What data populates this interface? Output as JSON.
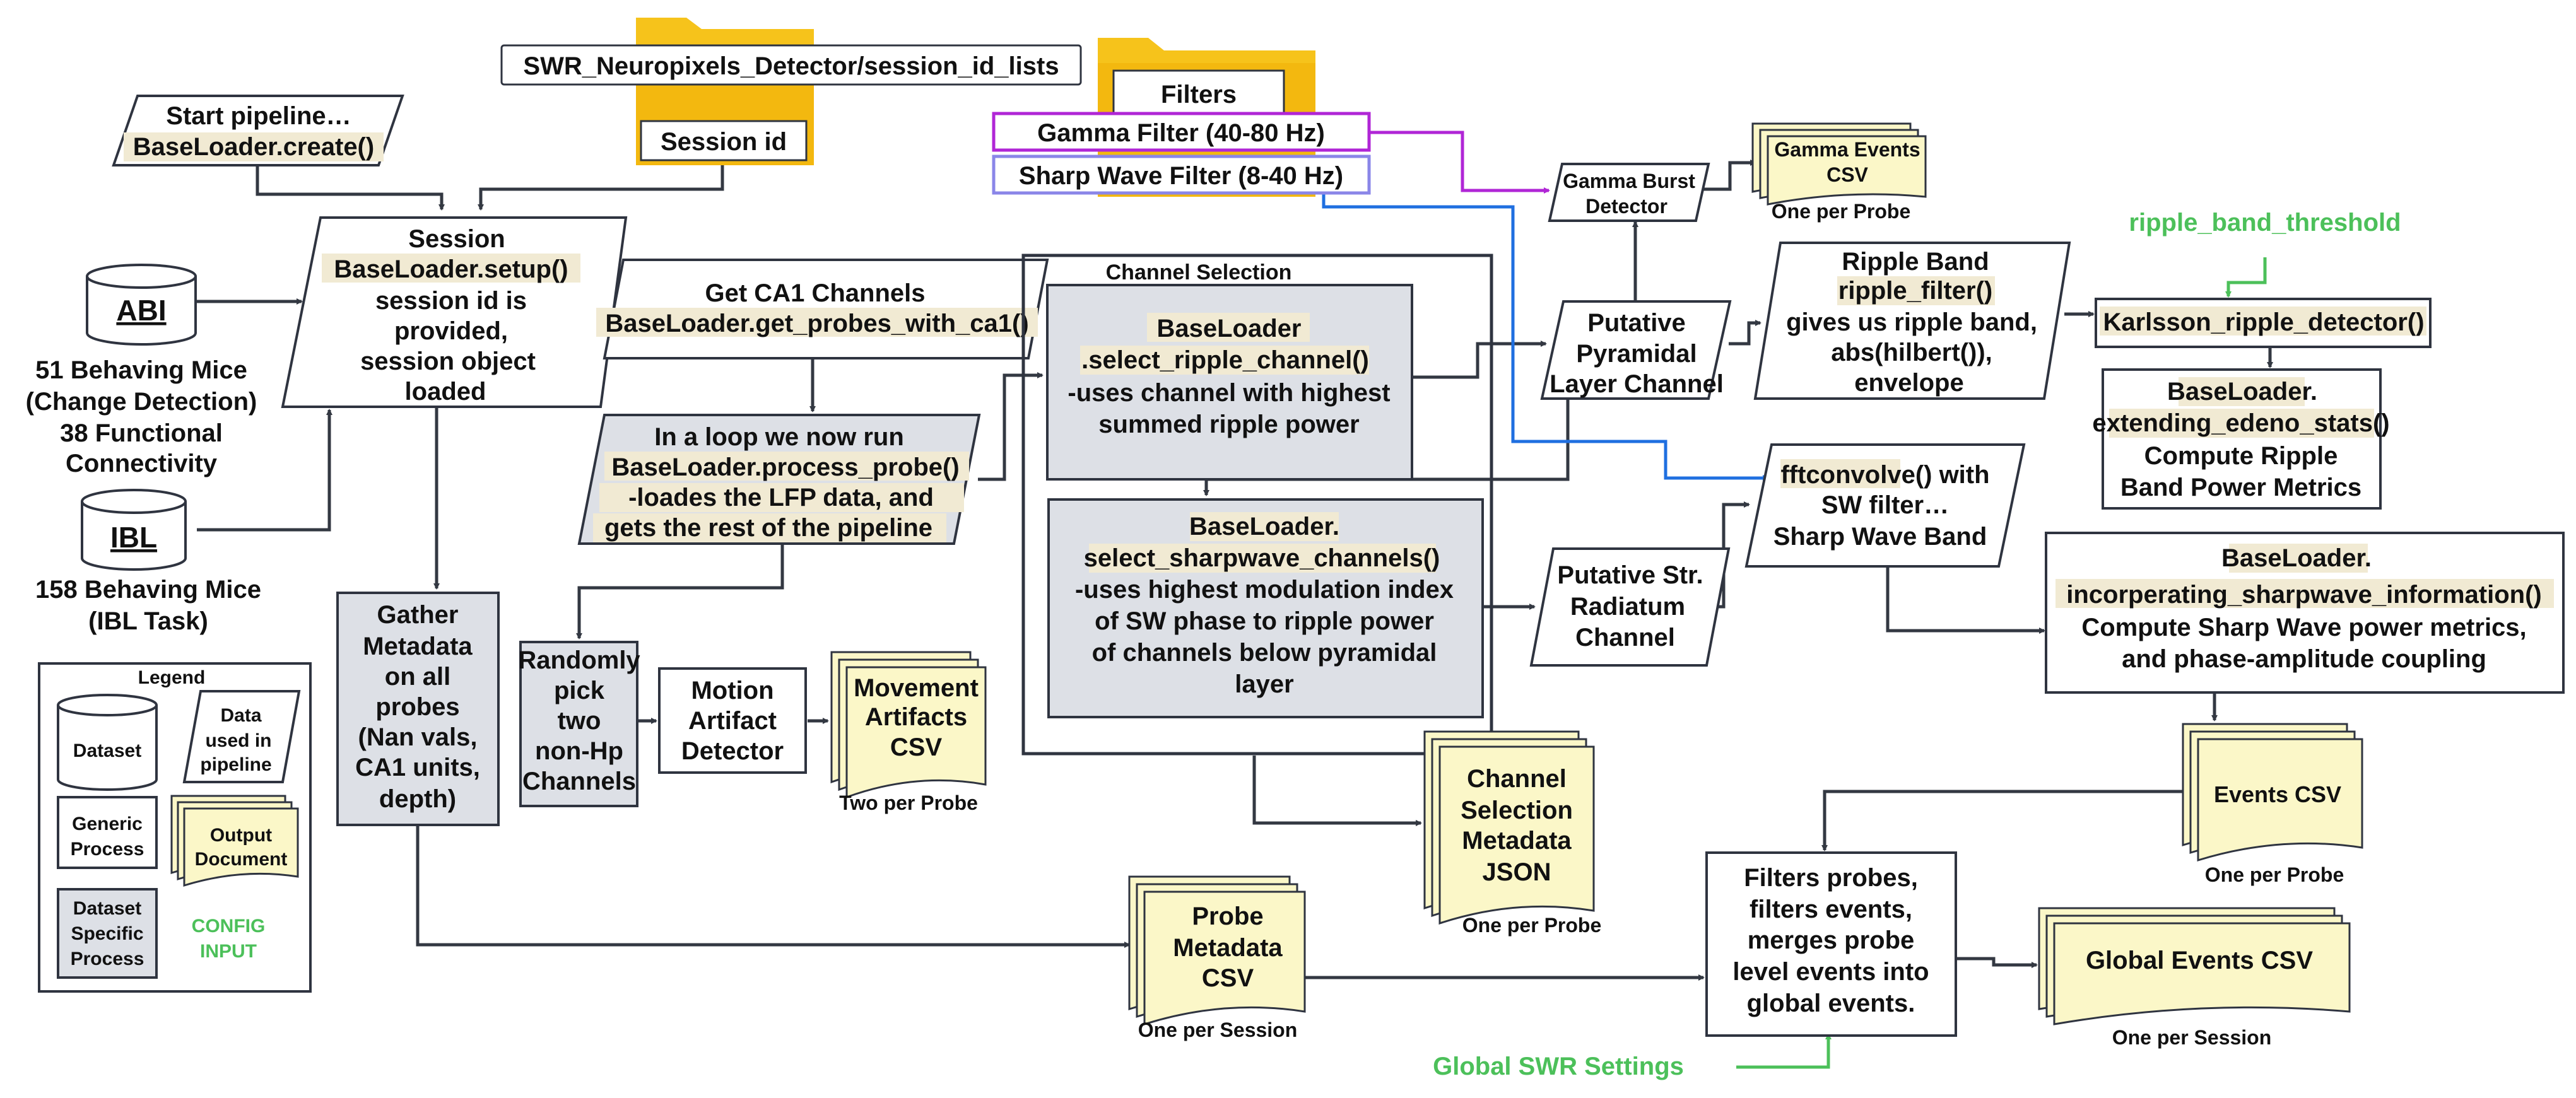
{
  "colors": {
    "gamma_filter": "#b026d6",
    "sharp_wave_filter": "#8a86e8",
    "blue_path": "#1f6fe0",
    "config": "#4cc05a",
    "dataset_specific_fill": "#dde0e6",
    "document_fill": "#fbf7c8",
    "folder": "#f6c31b",
    "code_highlight": "#f1ead3"
  },
  "folders": {
    "session_id_lists_path": "SWR_Neuropixels_Detector/session_id_lists",
    "session_id": "Session id",
    "filters": "Filters",
    "gamma_filter": "Gamma Filter (40-80 Hz)",
    "sharp_wave_filter": "Sharp Wave Filter (8-40 Hz)"
  },
  "nodes": {
    "start": {
      "line1": "Start pipeline…",
      "line2": "BaseLoader.create()"
    },
    "session": {
      "line1": "Session",
      "line2": "BaseLoader.setup()",
      "line3": "session id is",
      "line4": "provided,",
      "line5": "session object",
      "line6": "loaded"
    },
    "abi": {
      "label": "ABI",
      "desc1": "51  Behaving Mice",
      "desc2": "(Change Detection)",
      "desc3": "38 Functional",
      "desc4": "Connectivity"
    },
    "ibl": {
      "label": "IBL",
      "desc1": "158  Behaving Mice",
      "desc2": "(IBL Task)"
    },
    "get_ca1": {
      "line1": "Get CA1 Channels",
      "line2": "BaseLoader.get_probes_with_ca1()"
    },
    "loop": {
      "line1": "In a loop we now run",
      "line2": "BaseLoader.process_probe()",
      "line3": "-loades the LFP data, and",
      "line4": "gets the rest of the pipeline"
    },
    "gather": {
      "line1": "Gather",
      "line2": "Metadata",
      "line3": "on all",
      "line4": "probes",
      "line5": "(Nan vals,",
      "line6": "CA1 units,",
      "line7": "depth)"
    },
    "random": {
      "line1": "Randomly",
      "line2": "pick",
      "line3": "two",
      "line4": "non-Hp",
      "line5": "Channels"
    },
    "motion": {
      "line1": "Motion",
      "line2": "Artifact",
      "line3": "Detector"
    },
    "movement_csv": {
      "line1": "Movement",
      "line2": "Artifacts",
      "line3": "CSV",
      "caption": "Two per Probe"
    },
    "channel_selection": {
      "title": "Channel Selection"
    },
    "ripple_channel": {
      "line1": "BaseLoader",
      "line2": ".select_ripple_channel()",
      "line3": "-uses channel with highest",
      "line4": "summed ripple power"
    },
    "sharpwave_channels": {
      "line1": "BaseLoader.",
      "line2": "select_sharpwave_channels()",
      "line3": "-uses highest modulation index",
      "line4": "of SW phase to ripple power",
      "line5": "of channels below pyramidal",
      "line6": "layer"
    },
    "gamma_detector": {
      "line1": "Gamma Burst",
      "line2": "Detector"
    },
    "gamma_csv": {
      "line1": "Gamma Events",
      "line2": "CSV",
      "caption": "One per Probe"
    },
    "pyramidal": {
      "line1": "Putative",
      "line2": "Pyramidal",
      "line3": "Layer Channel"
    },
    "ripple_band": {
      "line1": "Ripple Band",
      "line2": "ripple_filter()",
      "line3": "gives us ripple band,",
      "line4": "abs(hilbert()),",
      "line5": "envelope"
    },
    "ripple_threshold": "ripple_band_threshold",
    "karlsson": {
      "line1": "Karlsson_ripple_detector()"
    },
    "extending": {
      "line1": "BaseLoader.",
      "line2": "extending_edeno_stats()",
      "line3": "Compute Ripple",
      "line4": "Band Power Metrics"
    },
    "fftconvolve": {
      "line1": "fftconvolve() with",
      "line2": "SW filter…",
      "line3": "Sharp Wave Band"
    },
    "radiatum": {
      "line1": "Putative Str.",
      "line2": "Radiatum",
      "line3": "Channel"
    },
    "incorporating": {
      "line1": "BaseLoader.",
      "line2": "incorperating_sharpwave_information()",
      "line3": "Compute Sharp Wave power metrics,",
      "line4": "and phase-amplitude coupling"
    },
    "events_csv": {
      "line1": "Events CSV",
      "caption": "One per Probe"
    },
    "channel_json": {
      "line1": "Channel",
      "line2": "Selection",
      "line3": "Metadata",
      "line4": "JSON",
      "caption": "One per Probe"
    },
    "probe_csv": {
      "line1": "Probe",
      "line2": "Metadata",
      "line3": "CSV",
      "caption": "One per Session"
    },
    "filters_probes": {
      "line1": "Filters probes,",
      "line2": "filters events,",
      "line3": "merges probe",
      "line4": "level events into",
      "line5": "global events."
    },
    "global_csv": {
      "line1": "Global Events CSV",
      "caption": "One per Session"
    },
    "global_settings": "Global SWR Settings"
  },
  "legend": {
    "title": "Legend",
    "dataset": "Dataset",
    "data_line1": "Data",
    "data_line2": "used in",
    "data_line3": "pipeline",
    "generic_line1": "Generic",
    "generic_line2": "Process",
    "output_line1": "Output",
    "output_line2": "Document",
    "specific_line1": "Dataset",
    "specific_line2": "Specific",
    "specific_line3": "Process",
    "config_line1": "CONFIG",
    "config_line2": "INPUT"
  }
}
